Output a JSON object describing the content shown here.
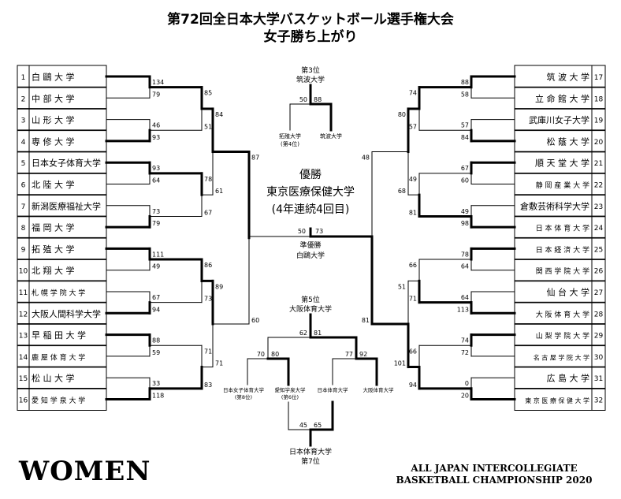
{
  "title": {
    "line1": "第72回全日本大学バスケットボール選手権大会",
    "line2": "女子勝ち上がり"
  },
  "footer": {
    "women": "WOMEN",
    "event_line1": "ALL JAPAN INTERCOLLEGIATE",
    "event_line2": "BASKETBALL CHAMPIONSHIP 2020"
  },
  "left_teams": [
    {
      "seed": "1",
      "name": "白 鷗 大 学"
    },
    {
      "seed": "2",
      "name": "中 部 大 学"
    },
    {
      "seed": "3",
      "name": "山 形 大 学"
    },
    {
      "seed": "4",
      "name": "専 修 大 学"
    },
    {
      "seed": "5",
      "name": "日本女子体育大学"
    },
    {
      "seed": "6",
      "name": "北 陸 大 学"
    },
    {
      "seed": "7",
      "name": "新潟医療福祉大学"
    },
    {
      "seed": "8",
      "name": "福 岡 大 学"
    },
    {
      "seed": "9",
      "name": "拓 殖 大 学"
    },
    {
      "seed": "10",
      "name": "北 翔 大 学"
    },
    {
      "seed": "11",
      "name": "札 幌 学 院 大 学"
    },
    {
      "seed": "12",
      "name": "大阪人間科学大学"
    },
    {
      "seed": "13",
      "name": "早 稲 田 大 学"
    },
    {
      "seed": "14",
      "name": "鹿 屋 体 育 大 学"
    },
    {
      "seed": "15",
      "name": "松 山 大 学"
    },
    {
      "seed": "16",
      "name": "愛 知 学 泉 大 学"
    }
  ],
  "right_teams": [
    {
      "seed": "17",
      "name": "筑 波 大 学"
    },
    {
      "seed": "18",
      "name": "立 命 館 大 学"
    },
    {
      "seed": "19",
      "name": "武庫川女子大学"
    },
    {
      "seed": "20",
      "name": "松 蔭 大 学"
    },
    {
      "seed": "21",
      "name": "順 天 堂 大 学"
    },
    {
      "seed": "22",
      "name": "静 岡 産 業 大 学"
    },
    {
      "seed": "23",
      "name": "倉敷芸術科学大学"
    },
    {
      "seed": "24",
      "name": "日 本 体 育 大 学"
    },
    {
      "seed": "25",
      "name": "日 本 経 済 大 学"
    },
    {
      "seed": "26",
      "name": "関 西 学 院 大 学"
    },
    {
      "seed": "27",
      "name": "仙 台 大 学"
    },
    {
      "seed": "28",
      "name": "大 阪 体 育 大 学"
    },
    {
      "seed": "29",
      "name": "山 梨 学 院 大 学"
    },
    {
      "seed": "30",
      "name": "名 古 屋 学 院 大 学"
    },
    {
      "seed": "31",
      "name": "広 島 大 学"
    },
    {
      "seed": "32",
      "name": "東 京 医 療 保 健 大 学"
    }
  ],
  "left_scores": {
    "r1": [
      [
        "134",
        "79"
      ],
      [
        "46",
        "93"
      ],
      [
        "93",
        "64"
      ],
      [
        "73",
        "79"
      ],
      [
        "111",
        "49"
      ],
      [
        "67",
        "94"
      ],
      [
        "88",
        "59"
      ],
      [
        "33",
        "118"
      ]
    ],
    "r2": [
      [
        "85",
        "51"
      ],
      [
        "78",
        "67"
      ],
      [
        "86",
        "73"
      ],
      [
        "71",
        "83"
      ]
    ],
    "r3": [
      [
        "84",
        "61"
      ],
      [
        "89",
        "71"
      ]
    ],
    "sf": [
      "87",
      "60"
    ]
  },
  "right_scores": {
    "r1": [
      [
        "88",
        "58"
      ],
      [
        "57",
        "84"
      ],
      [
        "67",
        "60"
      ],
      [
        "49",
        "98"
      ],
      [
        "78",
        "64"
      ],
      [
        "64",
        "113"
      ],
      [
        "74",
        "72"
      ],
      [
        "0",
        "20"
      ]
    ],
    "r2": [
      [
        "74",
        "57"
      ],
      [
        "49",
        "81"
      ],
      [
        "66",
        "71"
      ],
      [
        "66",
        "94"
      ]
    ],
    "r3": [
      [
        "80",
        "68"
      ],
      [
        "51",
        "101"
      ]
    ],
    "sf": [
      "48",
      "81"
    ]
  },
  "final": {
    "score_left": "50",
    "score_right": "73",
    "champion_label": "優勝",
    "champion": "東京医療保健大学",
    "champion_note": "(4年連続4回目)",
    "runner_label": "準優勝",
    "runner": "白鷗大学"
  },
  "third": {
    "label": "第3位",
    "winner": "筑波大学",
    "score_left": "50",
    "score_right": "88",
    "left_team": "拓殖大学",
    "left_note": "(第4位)",
    "right_team": "筑波大学"
  },
  "fifth": {
    "label": "第5位",
    "winner": "大阪体育大学",
    "score_left": "62",
    "score_right": "81",
    "semi_left": [
      "70",
      "80"
    ],
    "semi_right": [
      "77",
      "92"
    ],
    "teams": [
      "日本女子体育大学",
      "愛知学泉大学",
      "日本体育大学",
      "大阪体育大学"
    ],
    "notes": [
      "(第8位)",
      "(第6位)"
    ]
  },
  "seventh": {
    "label": "第7位",
    "winner": "日本体育大学",
    "score_left": "45",
    "score_right": "65"
  }
}
